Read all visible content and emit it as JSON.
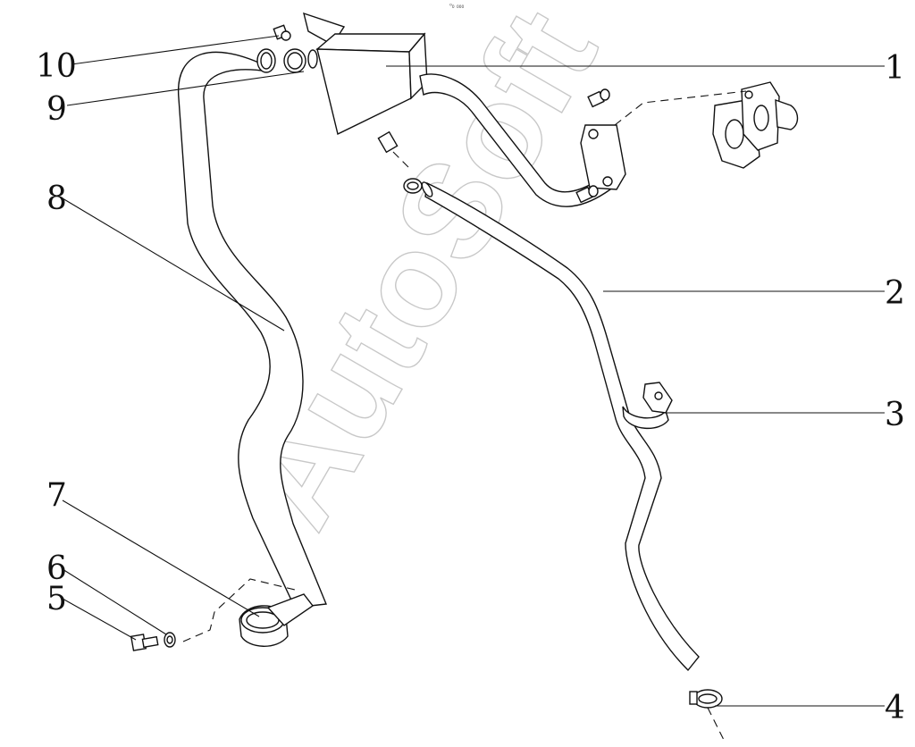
{
  "watermark": "AutoSoft",
  "top_mark": "⁰₀ ₀₀₀",
  "callouts": [
    "1",
    "2",
    "3",
    "4",
    "5",
    "6",
    "7",
    "8",
    "9",
    "10"
  ],
  "colors": {
    "line": "#111111",
    "watermark": "#c8c8c8",
    "background": "#ffffff"
  }
}
